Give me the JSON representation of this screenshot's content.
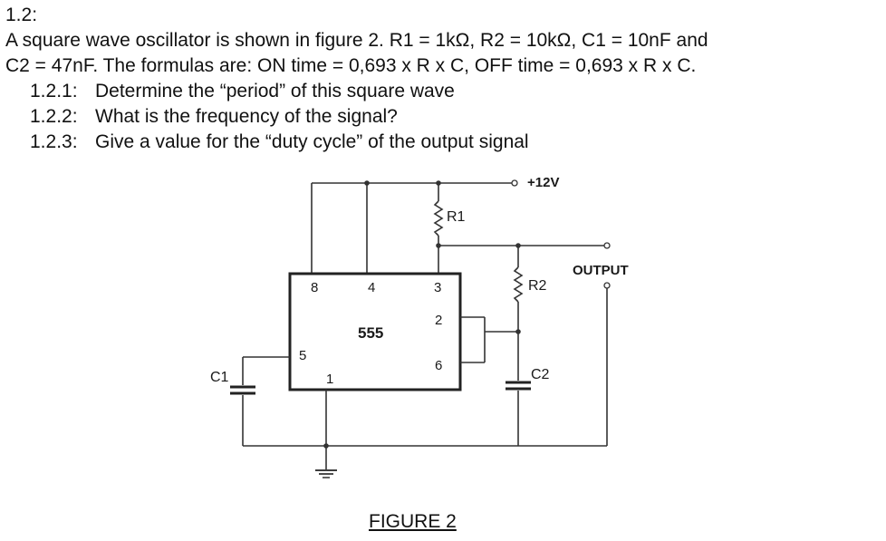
{
  "question": {
    "heading": "1.2:",
    "intro_line_1": "A square wave oscillator is shown in figure 2.  R1 = 1kΩ, R2 = 10kΩ, C1 = 10nF and",
    "intro_line_2": "C2 = 47nF.  The formulas are: ON time = 0,693 x R x C, OFF time = 0,693 x R x C.",
    "subquestions": [
      {
        "number": "1.2.1:",
        "text": "Determine the “period” of this square wave"
      },
      {
        "number": "1.2.2:",
        "text": "What is the frequency of the signal?"
      },
      {
        "number": "1.2.3:",
        "text": "Give a value for the “duty cycle” of the output signal"
      }
    ]
  },
  "figure": {
    "supply_label": "+12V",
    "output_label": "OUTPUT",
    "ic_label": "555",
    "pins": {
      "p8": "8",
      "p4": "4",
      "p3": "3",
      "p2": "2",
      "p6": "6",
      "p5": "5",
      "p1": "1"
    },
    "components": {
      "r1": "R1",
      "r2": "R2",
      "c1": "C1",
      "c2": "C2"
    },
    "caption": "FIGURE 2"
  }
}
